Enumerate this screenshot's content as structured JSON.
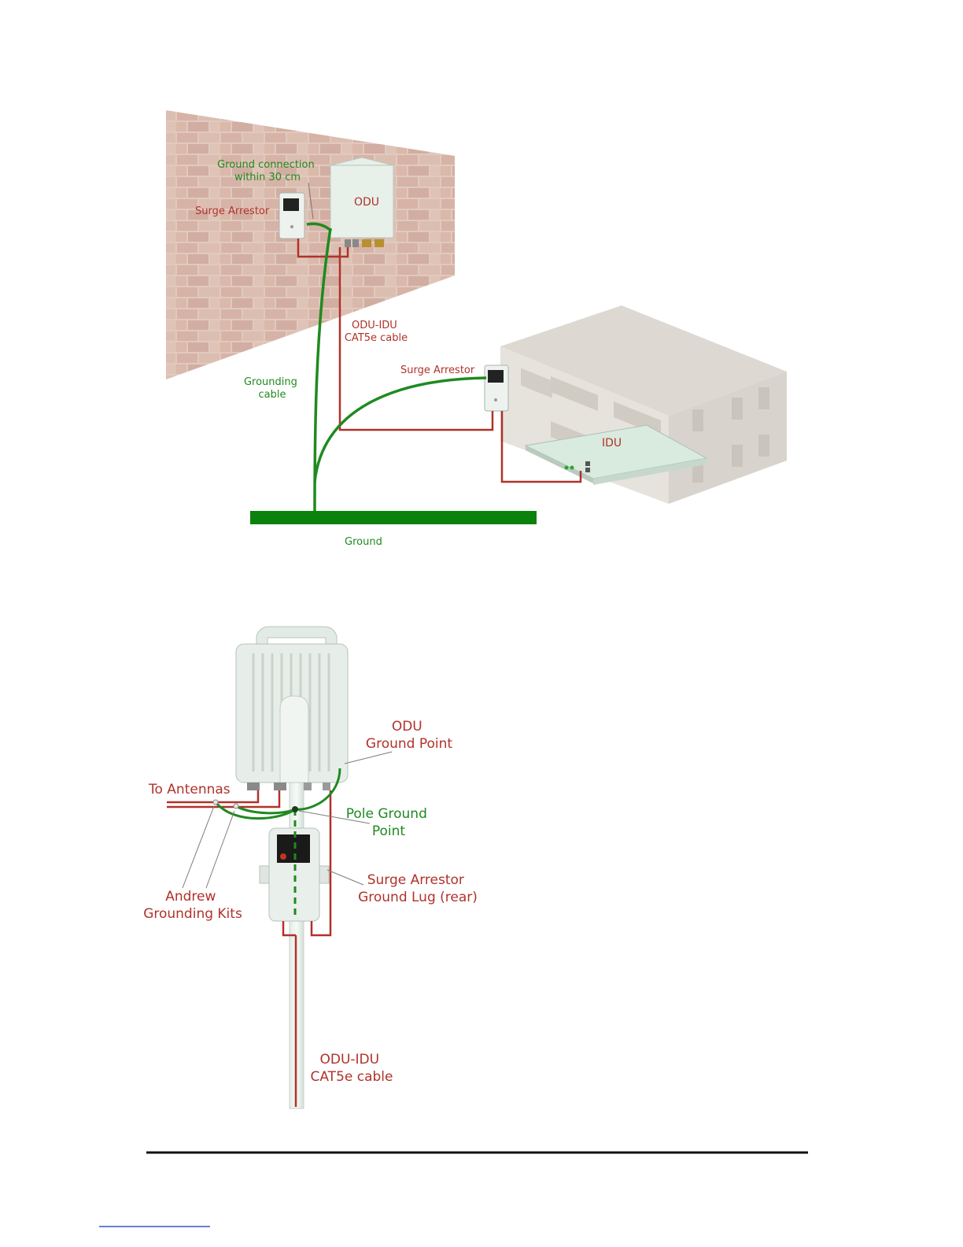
{
  "diagram_top": {
    "labels": {
      "ground_connection_line1": "Ground connection",
      "ground_connection_line2": "within 30 cm",
      "surge_arrestor_wall": "Surge Arrestor",
      "odu": "ODU",
      "odu_idu_line1": "ODU-IDU",
      "odu_idu_line2": "CAT5e cable",
      "grounding_line1": "Grounding",
      "grounding_line2": "cable",
      "surge_arrestor_building": "Surge Arrestor",
      "idu": "IDU",
      "ground": "Ground"
    }
  },
  "diagram_bottom": {
    "labels": {
      "odu_ground_line1": "ODU",
      "odu_ground_line2": "Ground Point",
      "to_antennas": "To Antennas",
      "pole_ground_line1": "Pole Ground",
      "pole_ground_line2": "Point",
      "andrew_line1": "Andrew",
      "andrew_line2": "Grounding Kits",
      "surge_lug_line1": "Surge Arrestor",
      "surge_lug_line2": "Ground Lug (rear)",
      "odu_idu_line1": "ODU-IDU",
      "odu_idu_line2": "CAT5e cable"
    }
  },
  "colors": {
    "cable_red": "#b0322a",
    "ground_green": "#1f8a1f",
    "brick": "#c9a08f",
    "rule": "#111111",
    "link": "#3355cc"
  }
}
